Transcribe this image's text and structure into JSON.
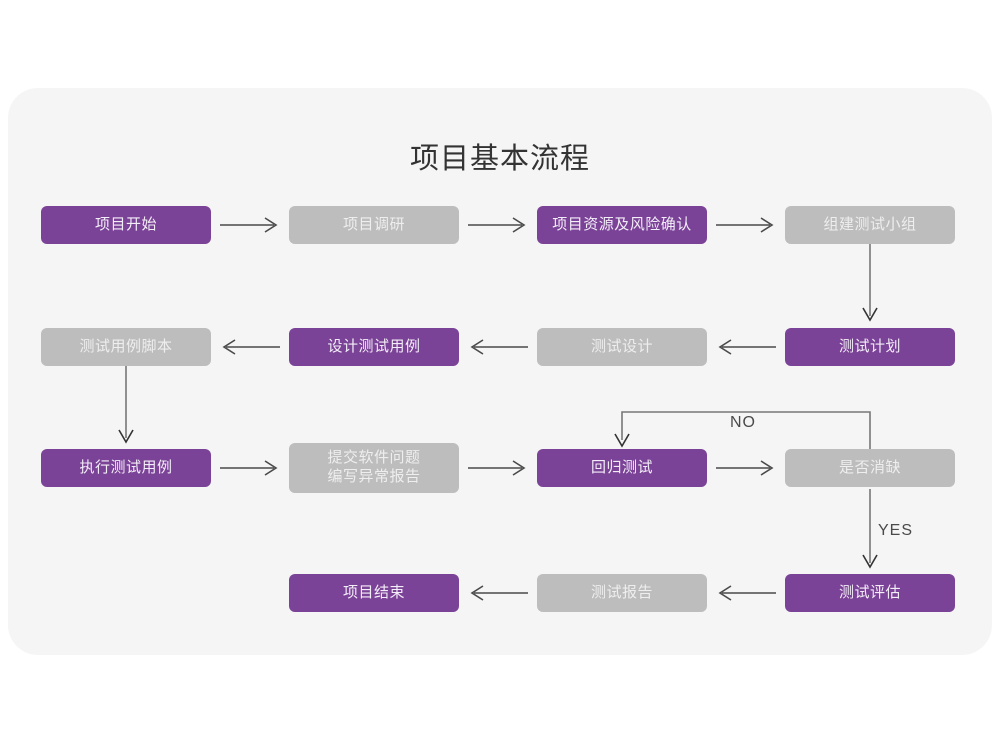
{
  "page": {
    "background": "#ffffff",
    "card_background": "#f5f5f5"
  },
  "chart_data": {
    "type": "diagram",
    "title": "项目基本流程",
    "colors": {
      "active": "#7b4397",
      "inactive": "#bdbdbd",
      "connector": "#4a4a4a",
      "title_text": "#333333"
    },
    "nodes": [
      {
        "id": "n1",
        "label": "项目开始",
        "style": "purple",
        "row": 1,
        "col": 1
      },
      {
        "id": "n2",
        "label": "项目调研",
        "style": "gray",
        "row": 1,
        "col": 2
      },
      {
        "id": "n3",
        "label": "项目资源及风险确认",
        "style": "purple",
        "row": 1,
        "col": 3
      },
      {
        "id": "n4",
        "label": "组建测试小组",
        "style": "gray",
        "row": 1,
        "col": 4
      },
      {
        "id": "n5",
        "label": "测试用例脚本",
        "style": "gray",
        "row": 2,
        "col": 1
      },
      {
        "id": "n6",
        "label": "设计测试用例",
        "style": "purple",
        "row": 2,
        "col": 2
      },
      {
        "id": "n7",
        "label": "测试设计",
        "style": "gray",
        "row": 2,
        "col": 3
      },
      {
        "id": "n8",
        "label": "测试计划",
        "style": "purple",
        "row": 2,
        "col": 4
      },
      {
        "id": "n9",
        "label": "执行测试用例",
        "style": "purple",
        "row": 3,
        "col": 1
      },
      {
        "id": "n10",
        "label": "提交软件问题\n编写异常报告",
        "style": "gray",
        "row": 3,
        "col": 2
      },
      {
        "id": "n11",
        "label": "回归测试",
        "style": "purple",
        "row": 3,
        "col": 3
      },
      {
        "id": "n12",
        "label": "是否消缺",
        "style": "gray",
        "row": 3,
        "col": 4
      },
      {
        "id": "n13",
        "label": "项目结束",
        "style": "purple",
        "row": 4,
        "col": 2
      },
      {
        "id": "n14",
        "label": "测试报告",
        "style": "gray",
        "row": 4,
        "col": 3
      },
      {
        "id": "n15",
        "label": "测试评估",
        "style": "purple",
        "row": 4,
        "col": 4
      }
    ],
    "edges": [
      {
        "from": "n1",
        "to": "n2",
        "direction": "right",
        "label": ""
      },
      {
        "from": "n2",
        "to": "n3",
        "direction": "right",
        "label": ""
      },
      {
        "from": "n3",
        "to": "n4",
        "direction": "right",
        "label": ""
      },
      {
        "from": "n4",
        "to": "n8",
        "direction": "down",
        "label": ""
      },
      {
        "from": "n8",
        "to": "n7",
        "direction": "left",
        "label": ""
      },
      {
        "from": "n7",
        "to": "n6",
        "direction": "left",
        "label": ""
      },
      {
        "from": "n6",
        "to": "n5",
        "direction": "left",
        "label": ""
      },
      {
        "from": "n5",
        "to": "n9",
        "direction": "down",
        "label": ""
      },
      {
        "from": "n9",
        "to": "n10",
        "direction": "right",
        "label": ""
      },
      {
        "from": "n10",
        "to": "n11",
        "direction": "right",
        "label": ""
      },
      {
        "from": "n11",
        "to": "n12",
        "direction": "right",
        "label": ""
      },
      {
        "from": "n12",
        "to": "n11",
        "direction": "loop-up-left",
        "label": "NO"
      },
      {
        "from": "n12",
        "to": "n15",
        "direction": "down",
        "label": "YES"
      },
      {
        "from": "n15",
        "to": "n14",
        "direction": "left",
        "label": ""
      },
      {
        "from": "n14",
        "to": "n13",
        "direction": "left",
        "label": ""
      }
    ],
    "edge_labels": {
      "no": "NO",
      "yes": "YES"
    }
  }
}
